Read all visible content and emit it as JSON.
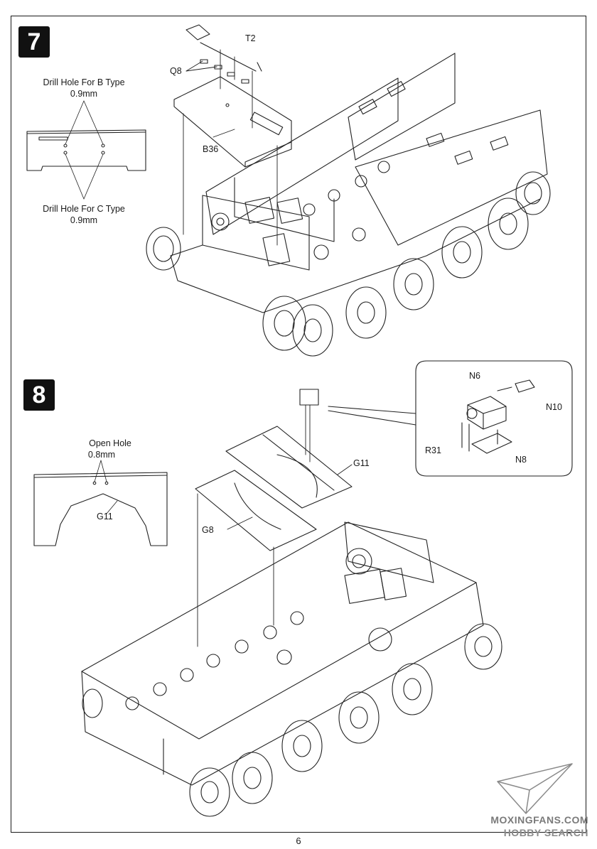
{
  "steps": {
    "step7": {
      "number": "7",
      "callouts": {
        "drill_b_line1": "Drill Hole For B Type",
        "drill_b_line2": "0.9mm",
        "drill_c_line1": "Drill Hole For C Type",
        "drill_c_line2": "0.9mm",
        "part_t2": "T2",
        "part_q8": "Q8",
        "part_b36": "B36"
      }
    },
    "step8": {
      "number": "8",
      "callouts": {
        "open_hole_line1": "Open Hole",
        "open_hole_line2": "0.8mm",
        "part_g11_detail": "G11",
        "part_g11": "G11",
        "part_g8": "G8",
        "part_n6": "N6",
        "part_n10": "N10",
        "part_r31": "R31",
        "part_n8": "N8"
      }
    }
  },
  "footer": {
    "page_number": "6"
  },
  "watermark": {
    "line1": "MOXINGFANS.COM",
    "line2": "HOBBY SEARCH"
  }
}
